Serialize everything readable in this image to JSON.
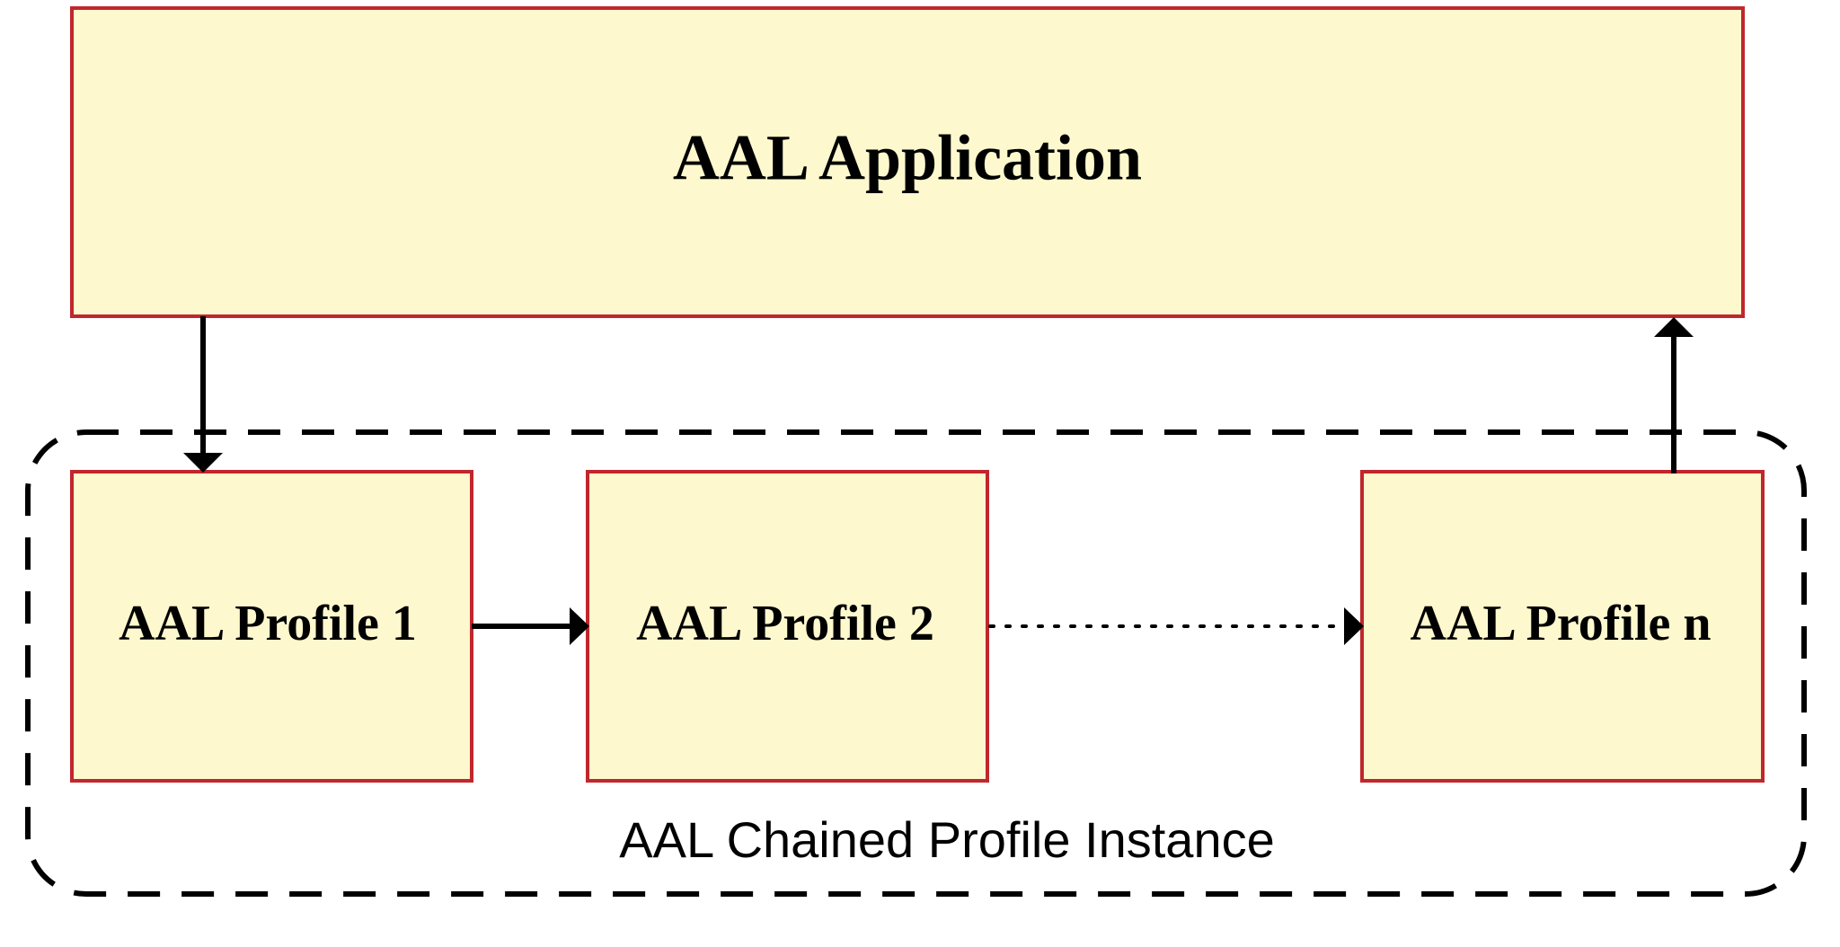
{
  "diagram": {
    "application": {
      "label": "AAL Application"
    },
    "profiles": [
      {
        "label": "AAL Profile 1"
      },
      {
        "label": "AAL Profile 2"
      },
      {
        "label": "AAL Profile n"
      }
    ],
    "group": {
      "label": "AAL Chained Profile Instance"
    },
    "colors": {
      "box_fill": "#fdf8cd",
      "box_border": "#c0272d",
      "ink": "#000000"
    }
  }
}
